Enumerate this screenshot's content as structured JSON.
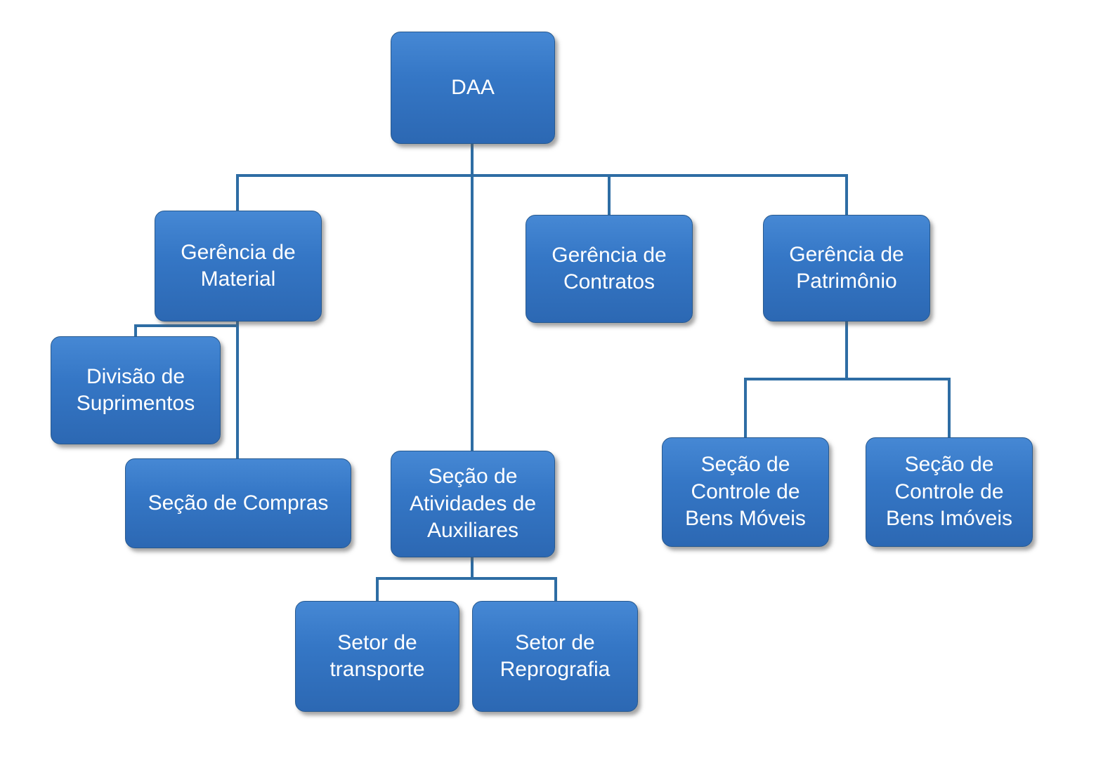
{
  "diagram": {
    "type": "org-chart",
    "box_color": "#3577C6",
    "connector_color": "#2E6DA4",
    "text_color": "#FFFFFF",
    "nodes": {
      "daa": {
        "label": "DAA",
        "parent": null
      },
      "gerencia_material": {
        "label": "Gerência de Material",
        "parent": "daa"
      },
      "gerencia_contratos": {
        "label": "Gerência de Contratos",
        "parent": "daa"
      },
      "gerencia_patrimonio": {
        "label": "Gerência de Patrimônio",
        "parent": "daa"
      },
      "divisao_suprimentos": {
        "label": "Divisão de Suprimentos",
        "parent": "gerencia_material"
      },
      "secao_compras": {
        "label": "Seção de Compras",
        "parent": "gerencia_material"
      },
      "secao_atividades_auxiliares": {
        "label": "Seção de Atividades de Auxiliares",
        "parent": "daa"
      },
      "secao_controle_bens_moveis": {
        "label": "Seção de Controle de Bens Móveis",
        "parent": "gerencia_patrimonio"
      },
      "secao_controle_bens_imoveis": {
        "label": "Seção de Controle de Bens Imóveis",
        "parent": "gerencia_patrimonio"
      },
      "setor_transporte": {
        "label": "Setor de transporte",
        "parent": "secao_atividades_auxiliares"
      },
      "setor_reprografia": {
        "label": "Setor de Reprografia",
        "parent": "secao_atividades_auxiliares"
      }
    }
  }
}
